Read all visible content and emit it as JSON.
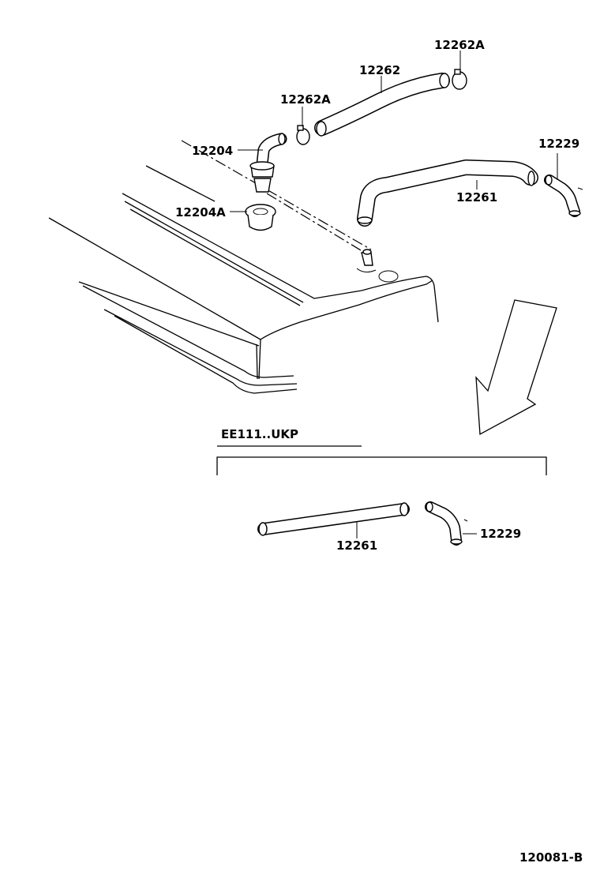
{
  "labels": {
    "clip_top_right": "12262A",
    "hose_upper": "12262",
    "clip_left": "12262A",
    "pcv_valve": "12204",
    "grommet": "12204A",
    "hose_main": "12261",
    "hose_small": "12229",
    "variant_hose_main": "12261",
    "variant_hose_small": "12229"
  },
  "variant": {
    "title": "EE111..UKP"
  },
  "figure_code": "120081-B"
}
